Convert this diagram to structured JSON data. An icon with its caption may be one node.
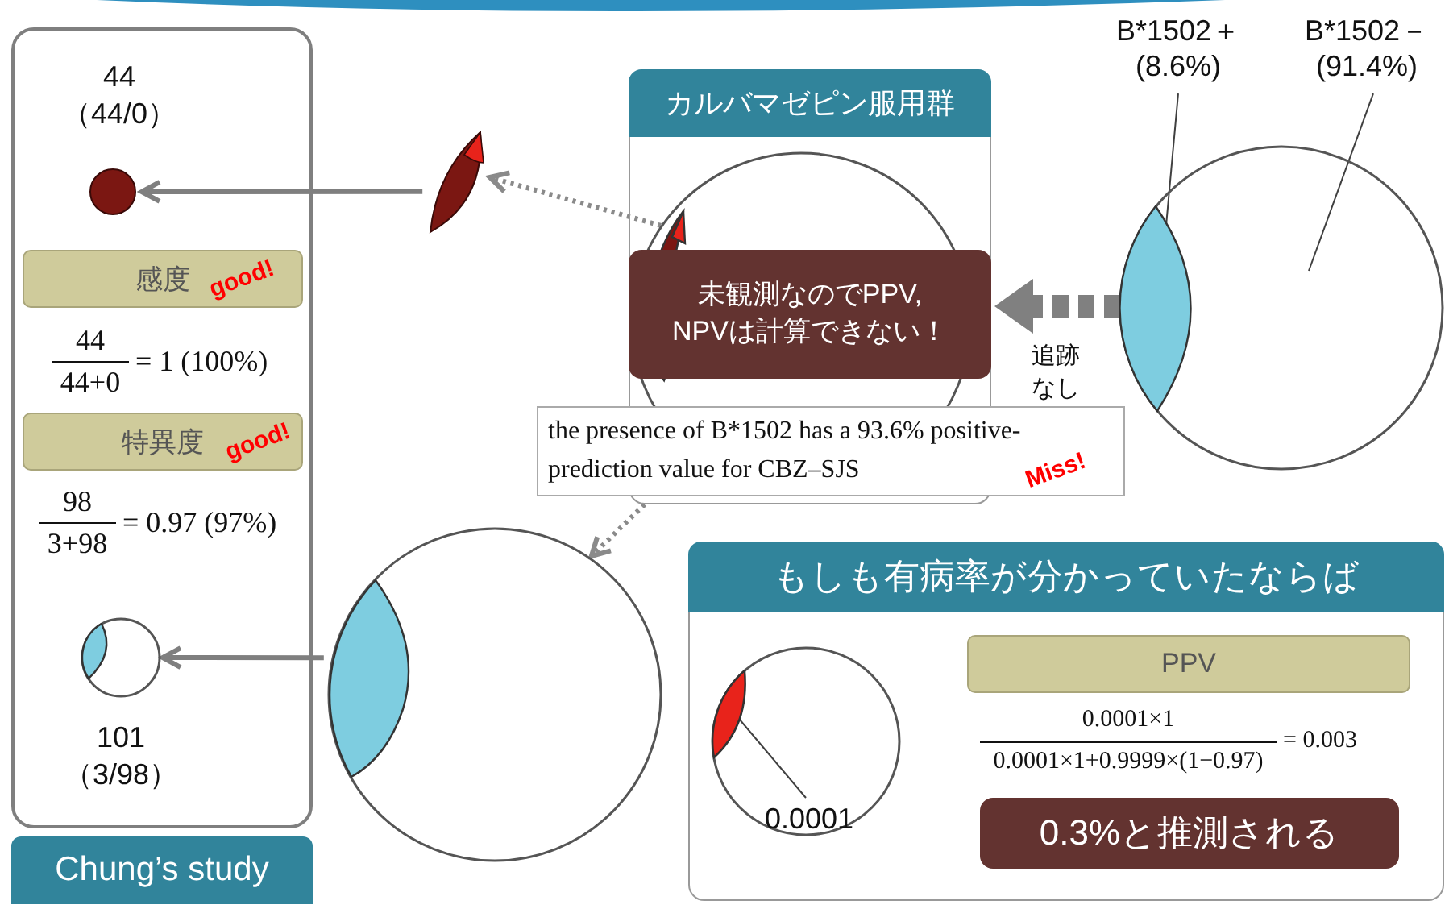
{
  "diagram": {
    "nodes": [
      {
        "text": [
          "Chung’s study"
        ]
      },
      {
        "text": [],
        "shape": "circle",
        "in": 0,
        "beside": [
          "44 （44/0）"
        ]
      },
      {
        "text": [
          "感度"
        ],
        "in": 0
      },
      {
        "text": [
          "特異度"
        ],
        "in": 0
      },
      {
        "text": [],
        "shape": "circle",
        "in": 0,
        "beside": [
          "101 （3/98）"
        ]
      },
      {
        "text": [],
        "shape": "lens"
      },
      {
        "text": [],
        "shape": "circle"
      },
      {
        "text": [
          "カルバマゼピン服用群"
        ]
      },
      {
        "text": [],
        "shape": "circle",
        "in": 7
      },
      {
        "text": [
          "未観測なのでPPV, NPVは計算できない！"
        ],
        "in": 7
      },
      {
        "text": [
          "the presence of B*1502 has a 93.6% positive-prediction value for CBZ–SJS"
        ]
      },
      {
        "text": [
          "B*1502＋ (8.6%)"
        ]
      },
      {
        "text": [
          "B*1502－ (91.4%)"
        ]
      },
      {
        "text": [],
        "shape": "circle"
      },
      {
        "text": [
          "もしも有病率が分かっていたならば"
        ]
      },
      {
        "text": [],
        "shape": "circle",
        "in": 14
      },
      {
        "text": [
          "0.0001"
        ],
        "in": 15
      },
      {
        "text": [
          "PPV"
        ],
        "in": 14
      },
      {
        "text": [
          "0.3%と推測される"
        ],
        "in": 14
      }
    ],
    "edges": [
      {
        "from": 5,
        "to": 1,
        "arrow": "to"
      },
      {
        "from": 6,
        "to": 4,
        "arrow": "to"
      },
      {
        "from": 8,
        "to": 5,
        "arrow": "to",
        "style": "dashed"
      },
      {
        "from": 7,
        "to": 6,
        "arrow": "to",
        "style": "dashed"
      },
      {
        "from": 13,
        "to": 9,
        "arrow": "to",
        "style": "dashed",
        "label": "追跡なし"
      },
      {
        "from": 11,
        "to": 13,
        "arrow": "none"
      },
      {
        "from": 12,
        "to": 13,
        "arrow": "none"
      },
      {
        "from": 16,
        "to": 15,
        "arrow": "none"
      }
    ],
    "labels": [
      "good!",
      "44",
      "44+0",
      "= 1 (100%)",
      "good!",
      "98",
      "3+98",
      "= 0.97 (97%)",
      "Miss!",
      "0.0001×1",
      "0.0001×1+0.9999×(1−0.97)",
      "= 0.003"
    ]
  }
}
